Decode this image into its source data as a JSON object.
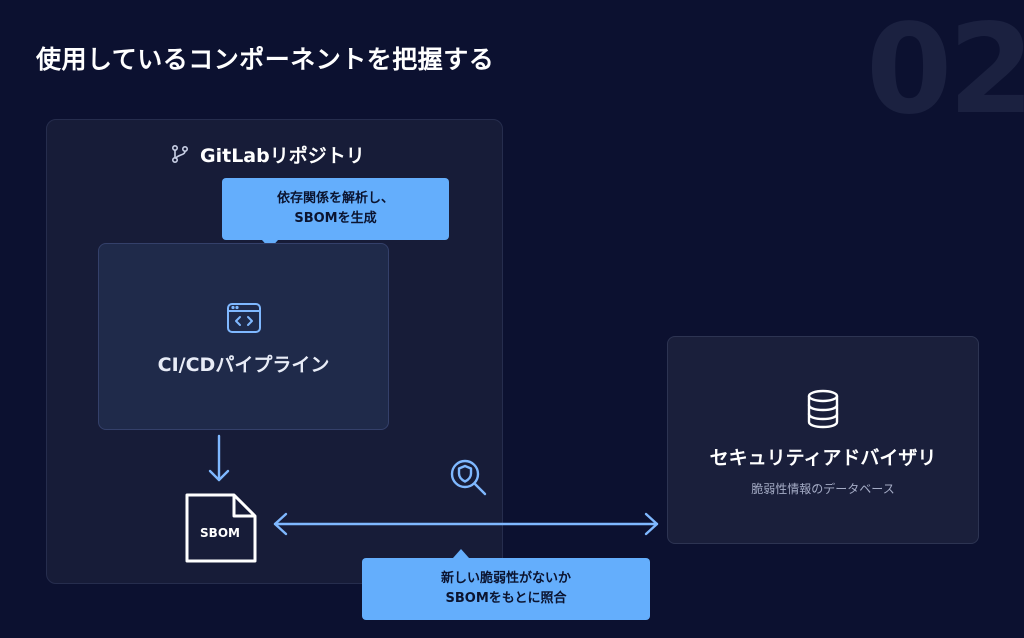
{
  "title": "使用しているコンポーネントを把握する",
  "page_number": "02",
  "repository": {
    "label": "GitLabリポジトリ",
    "icon": "git-branch-icon"
  },
  "pipeline": {
    "label": "CI/CDパイプライン",
    "icon": "code-window-icon"
  },
  "callout_top": {
    "line1": "依存関係を解析し、",
    "line2": "SBOMを生成"
  },
  "sbom_file": {
    "label": "SBOM",
    "icon": "document-icon"
  },
  "scan_icon": "shield-search-icon",
  "advisory": {
    "title": "セキュリティアドバイザリ",
    "subtitle": "脆弱性情報のデータベース",
    "icon": "database-icon"
  },
  "callout_bottom": {
    "line1": "新しい脆弱性がないか",
    "line2": "SBOMをもとに照合"
  },
  "colors": {
    "background": "#0c1130",
    "callout": "#64aefc",
    "accent": "#7fb8ff",
    "panel": "#171c38"
  }
}
